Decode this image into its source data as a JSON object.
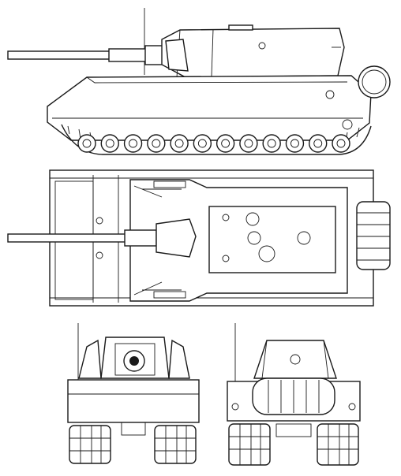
{
  "drawing": {
    "subject": "heavy-tank",
    "line_color": "#1a1a1a",
    "background": "#ffffff",
    "views": [
      {
        "id": "side",
        "road_wheels": 12
      },
      {
        "id": "top"
      },
      {
        "id": "front"
      },
      {
        "id": "rear"
      }
    ]
  }
}
